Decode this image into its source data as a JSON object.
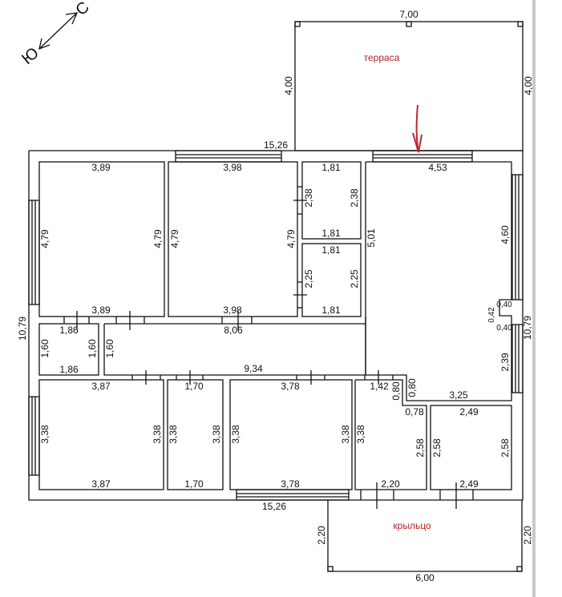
{
  "compass": {
    "north": "С",
    "south": "Ю"
  },
  "areas": {
    "terrace": {
      "label": "терраса",
      "width": "7,00",
      "left_depth": "4,00",
      "right_depth": "4,00"
    },
    "porch": {
      "label": "крыльцо",
      "width": "6,00",
      "left_depth": "2,20",
      "right_depth": "2,20"
    }
  },
  "house": {
    "top_length": "15,26",
    "bottom_length": "15,26",
    "left_height": "10,79",
    "right_height": "10,79"
  },
  "rooms": [
    {
      "id": "room-nw",
      "top": "3,89",
      "bottom": "3,89",
      "left": "4,79",
      "right": "4,79"
    },
    {
      "id": "room-n-center",
      "top": "3,98",
      "bottom": "3,98",
      "left": "4,79",
      "right": "4,79"
    },
    {
      "id": "room-small-top",
      "top": "1,81",
      "bottom": "1,81",
      "left": "2,38",
      "right": "2,38"
    },
    {
      "id": "room-small-bottom",
      "top": "1,81",
      "bottom": "1,81",
      "left": "2,25",
      "right": "2,25"
    },
    {
      "id": "room-ne-living",
      "top": "4,53",
      "left": "5,01",
      "right_upper": "4,60",
      "niche_top": "0,40",
      "niche_depth": "0,42",
      "niche_bottom": "0,40",
      "right_lower": "2,39",
      "bottom": "3,25"
    },
    {
      "id": "room-wc",
      "top": "1,86",
      "bottom": "1,86",
      "left": "1,60",
      "right": "1,60"
    },
    {
      "id": "corridor",
      "top": "8,06",
      "bottom": "9,34",
      "left": "1,60"
    },
    {
      "id": "room-sw",
      "top": "3,87",
      "bottom": "3,87",
      "left": "3,38",
      "right": "3,38"
    },
    {
      "id": "room-s-narrow",
      "top": "1,70",
      "bottom": "1,70",
      "left": "3,38",
      "right": "3,38"
    },
    {
      "id": "room-s-center",
      "top": "3,78",
      "bottom": "3,78",
      "left": "3,38",
      "right": "3,38"
    },
    {
      "id": "hall",
      "top": "1,42",
      "notch_a": "0,80",
      "notch_b": "0,80",
      "notch_w": "0,78",
      "left": "3,38",
      "right": "2,58",
      "bottom": "2,20"
    },
    {
      "id": "room-se",
      "top": "2,49",
      "bottom": "2,49",
      "left": "2,58",
      "right": "2,58"
    }
  ],
  "annotation": {
    "arrow_color": "#c0272d"
  }
}
